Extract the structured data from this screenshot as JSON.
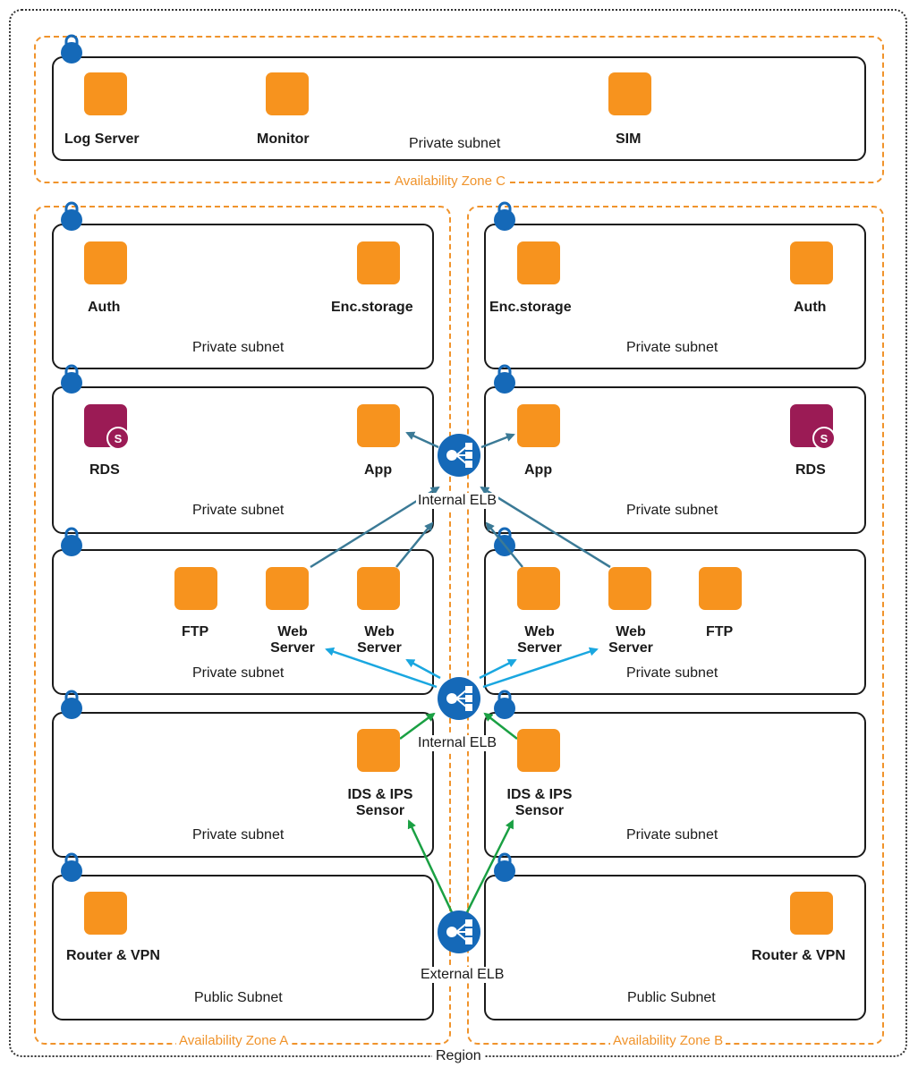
{
  "region": {
    "label": "Region"
  },
  "zones": {
    "a": {
      "label": "Availability Zone A"
    },
    "b": {
      "label": "Availability Zone B"
    },
    "c": {
      "label": "Availability Zone C"
    }
  },
  "subnet_c": {
    "label": "Private subnet",
    "items": [
      "Log Server",
      "Monitor",
      "SIM"
    ]
  },
  "zone_a": {
    "auth_subnet": {
      "label": "Private subnet",
      "auth": "Auth",
      "enc": "Enc.storage"
    },
    "app_subnet": {
      "label": "Private subnet",
      "rds": "RDS",
      "app": "App"
    },
    "web_subnet": {
      "label": "Private subnet",
      "ftp": "FTP",
      "web1": "Web\nServer",
      "web2": "Web\nServer"
    },
    "ids_subnet": {
      "label": "Private subnet",
      "ids": "IDS & IPS\nSensor"
    },
    "pub_subnet": {
      "label": "Public Subnet",
      "router": "Router & VPN"
    }
  },
  "zone_b": {
    "auth_subnet": {
      "label": "Private subnet",
      "enc": "Enc.storage",
      "auth": "Auth"
    },
    "app_subnet": {
      "label": "Private subnet",
      "app": "App",
      "rds": "RDS"
    },
    "web_subnet": {
      "label": "Private subnet",
      "web1": "Web\nServer",
      "web2": "Web\nServer",
      "ftp": "FTP"
    },
    "ids_subnet": {
      "label": "Private subnet",
      "ids": "IDS & IPS\nSensor"
    },
    "pub_subnet": {
      "label": "Public Subnet",
      "router": "Router & VPN"
    }
  },
  "elbs": {
    "internal_app": "Internal ELB",
    "internal_web": "Internal ELB",
    "external": "External ELB"
  },
  "rds_badge": "S",
  "colors": {
    "instance": "#f7931e",
    "rds": "#9b1b55",
    "elb": "#1569b8",
    "lock": "#1569b8",
    "zone_border": "#f0932b",
    "arrow_internal_app": "#3b7a96",
    "arrow_internal_web": "#1aa7e0",
    "arrow_external": "#1aa043"
  }
}
